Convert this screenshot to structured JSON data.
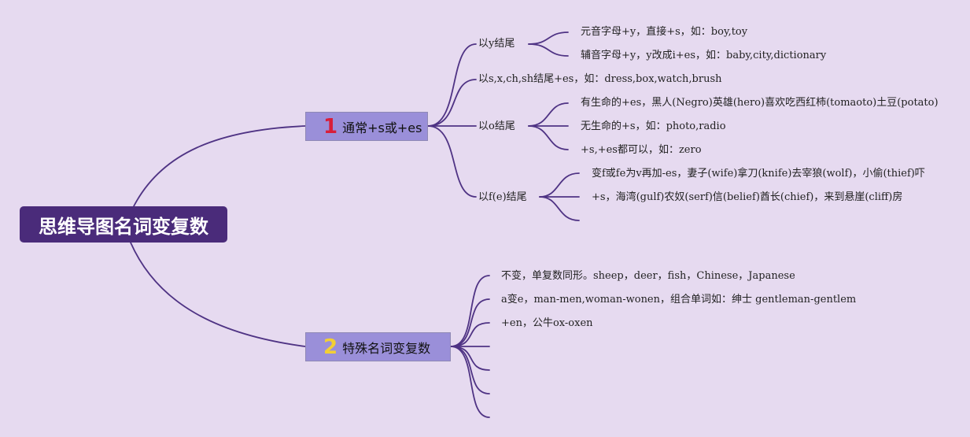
{
  "root": {
    "title": "思维导图名词变复数"
  },
  "branches": [
    {
      "number": "1",
      "title": "通常+s或+es",
      "children": [
        {
          "label": "以y结尾",
          "children": [
            "元音字母+y，直接+s，如：boy,toy",
            "辅音字母+y，y改成i+es，如：baby,city,dictionary"
          ]
        },
        {
          "label": "以s,x,ch,sh结尾+es，如：dress,box,watch,brush",
          "children": []
        },
        {
          "label": "以o结尾",
          "children": [
            "有生命的+es，黑人(Negro)英雄(hero)喜欢吃西红柿(tomaoto)土豆(potato)",
            "无生命的+s，如：photo,radio",
            "+s,+es都可以，如：zero"
          ]
        },
        {
          "label": "以f(e)结尾",
          "children": [
            "变f或fe为v再加-es，妻子(wife)拿刀(knife)去宰狼(wolf)，小偷(thief)吓",
            "+s，海湾(gulf)农奴(serf)信(belief)酋长(chief)，来到悬崖(cliff)房",
            ""
          ]
        }
      ]
    },
    {
      "number": "2",
      "title": "特殊名词变复数",
      "children": [
        "不变，单复数同形。sheep，deer，fish，Chinese，Japanese",
        "a变e，man-men,woman-wonen，组合单词如：绅士 gentleman-gentlem",
        "+en，公牛ox-oxen",
        "",
        "",
        "",
        ""
      ]
    }
  ],
  "colors": {
    "background": "#e6daf0",
    "root": "#4a2b7a",
    "branch": "#9a8fd9",
    "line": "#4f3384"
  }
}
